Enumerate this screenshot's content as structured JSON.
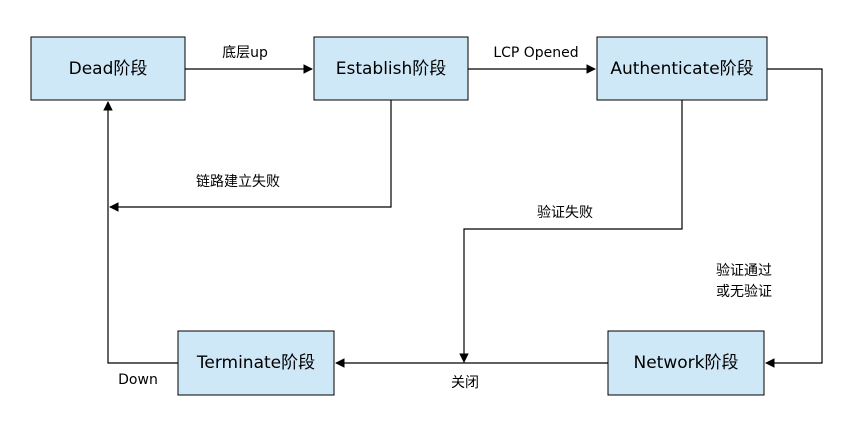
{
  "diagram": {
    "nodes": {
      "dead": "Dead阶段",
      "establish": "Establish阶段",
      "authenticate": "Authenticate阶段",
      "network": "Network阶段",
      "terminate": "Terminate阶段"
    },
    "edges": {
      "dead_to_establish": "底层up",
      "establish_to_authenticate": "LCP Opened",
      "establish_to_dead": "链路建立失败",
      "authenticate_fail": "验证失败",
      "authenticate_to_network_line1": "验证通过",
      "authenticate_to_network_line2": "或无验证",
      "network_to_terminate": "关闭",
      "terminate_to_dead": "Down"
    },
    "colors": {
      "node_fill": "#cfe8f8",
      "line": "#000000"
    }
  }
}
